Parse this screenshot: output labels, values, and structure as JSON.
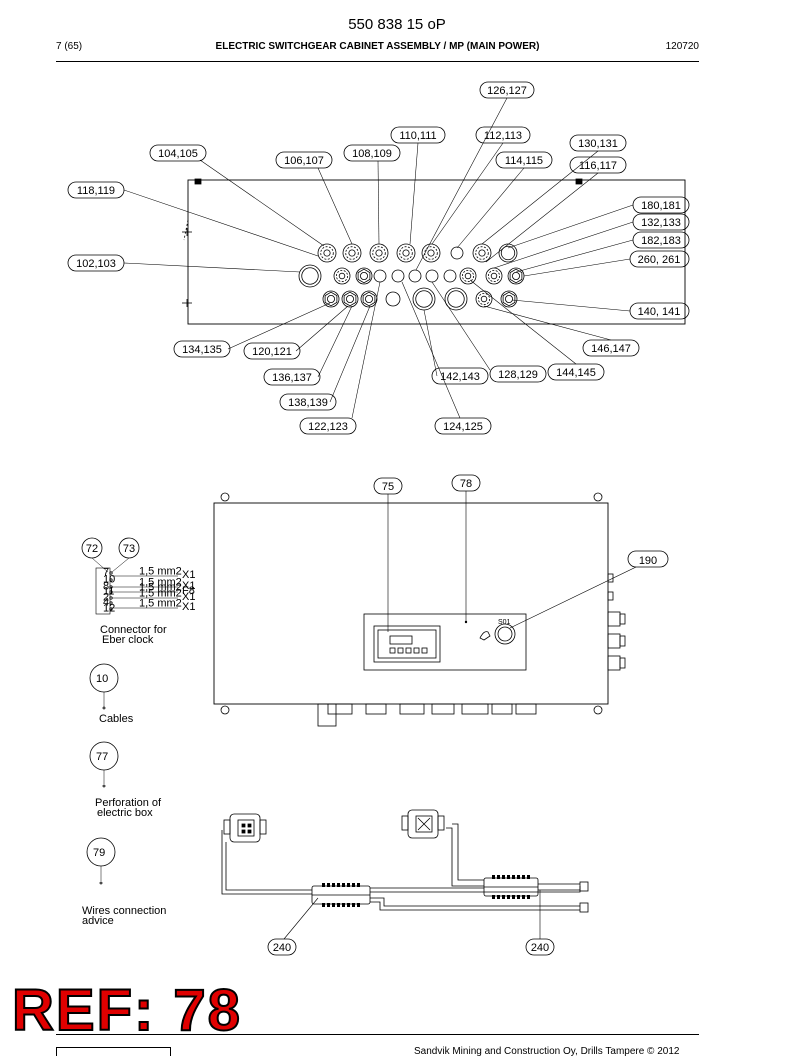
{
  "header": {
    "doc_number": "550 838 15 oP",
    "page": "7 (65)",
    "title": "ELECTRIC SWITCHGEAR CABINET ASSEMBLY / MP (MAIN POWER)",
    "date": "120720"
  },
  "top_callouts": [
    "126,127",
    "110,111",
    "112,113",
    "130,131",
    "104,105",
    "106,107",
    "108,109",
    "114,115",
    "116,117",
    "118,119",
    "180,181",
    "132,133",
    "182,183",
    "102,103",
    "260, 261",
    "140, 141",
    "146,147",
    "134,135",
    "120,121",
    "144,145",
    "136,137",
    "142,143",
    "128,129",
    "138,139",
    "122,123",
    "124,125"
  ],
  "mid_callouts": [
    "75",
    "78",
    "190",
    "72",
    "73",
    "10",
    "77",
    "79"
  ],
  "connector": {
    "wire_labels": [
      "1,5 mm2",
      "1,5 mm2",
      "1,5 mm2",
      "1,5 mm2",
      "1,5 mm2"
    ],
    "terminal_labels": [
      "X1",
      "X1",
      "F8",
      "X1",
      "X1"
    ],
    "pin_labels": [
      "7",
      "10",
      "8",
      "11",
      "2",
      "4",
      "12"
    ],
    "caption": [
      "Connector for",
      "Eber clock"
    ]
  },
  "legend": {
    "cables": "Cables",
    "perforation": [
      "Perforation of",
      "electric box"
    ],
    "wires": [
      "Wires connection",
      "advice"
    ]
  },
  "switch_label": "S01",
  "bottom_callouts": [
    "240",
    "240"
  ],
  "ref_label": "REF: 78",
  "footer": {
    "copyright": "Sandvik Mining and Construction Oy, Drills Tampere © 2012"
  }
}
